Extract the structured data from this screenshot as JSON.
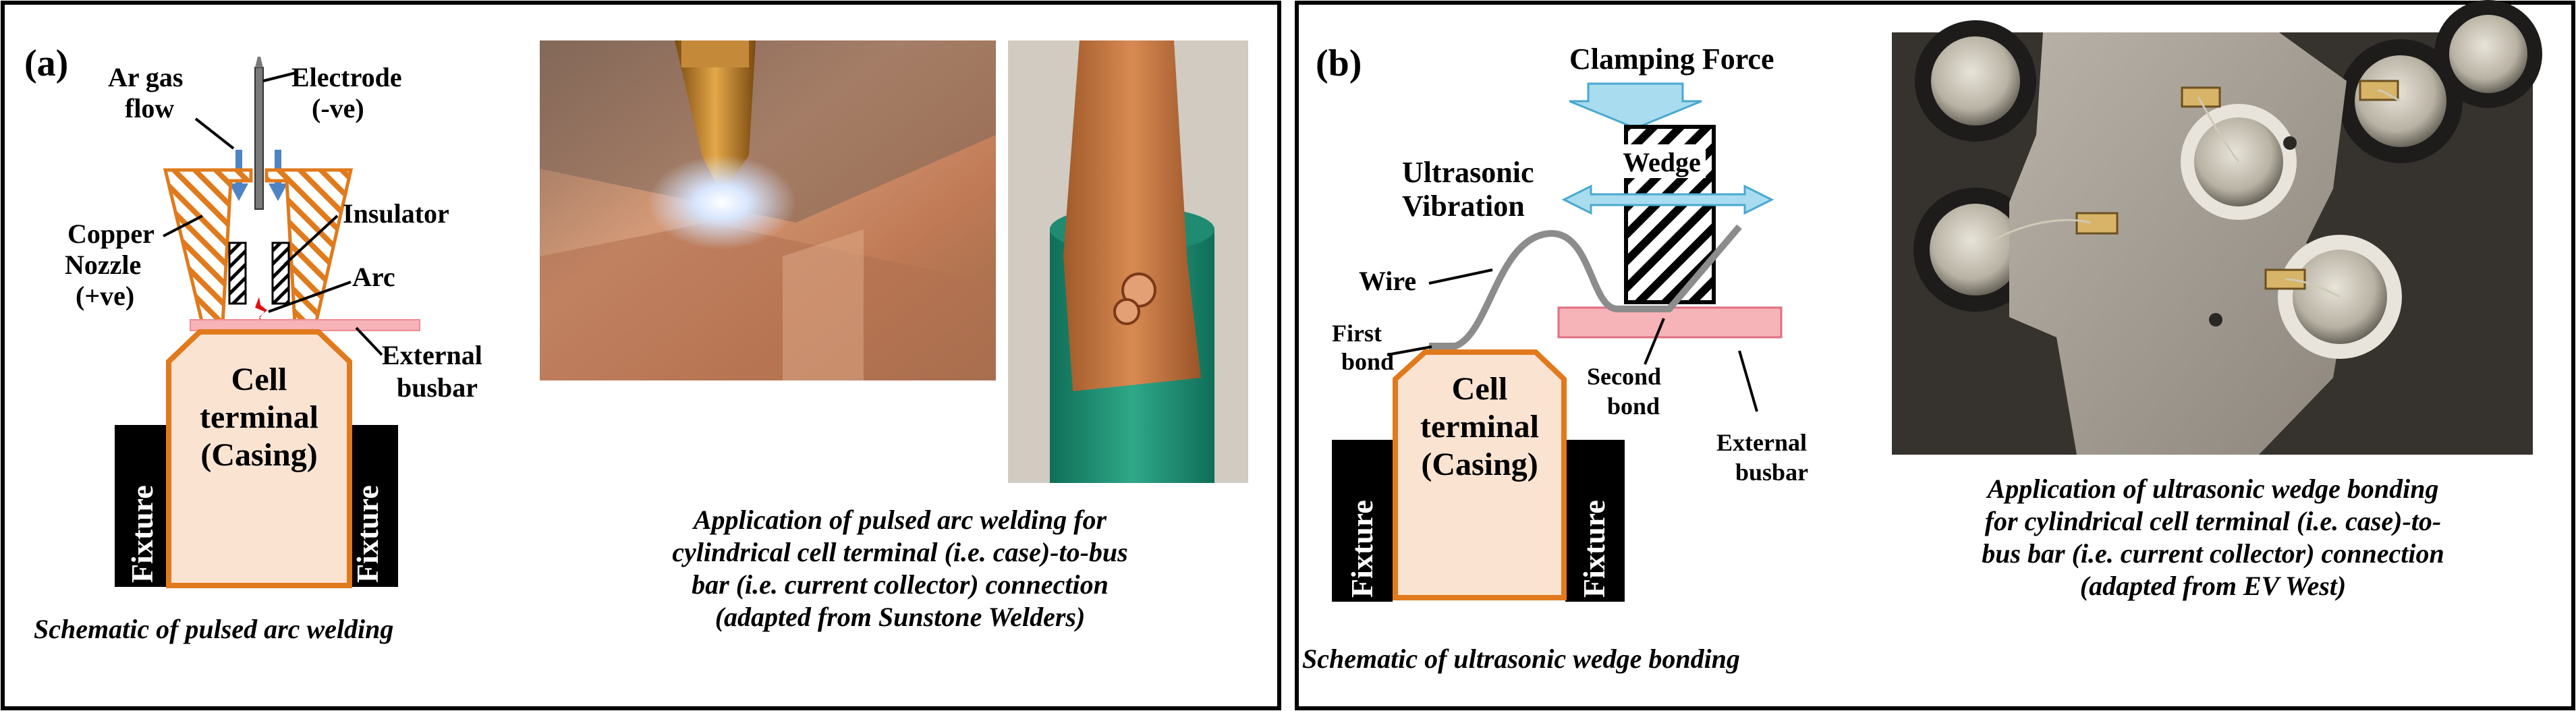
{
  "panel_a": {
    "letter": "(a)",
    "labels": {
      "ar_gas_flow": [
        "Ar gas",
        "flow"
      ],
      "electrode": [
        "Electrode",
        "(-ve)"
      ],
      "copper_nozzle": [
        "Copper",
        "Nozzle",
        "(+ve)"
      ],
      "insulator": "Insulator",
      "arc": "Arc",
      "external_busbar": [
        "External",
        "busbar"
      ],
      "cell_terminal": [
        "Cell",
        "terminal",
        "(Casing)"
      ],
      "fixture": "Fixture"
    },
    "schematic_caption": "Schematic of pulsed arc welding",
    "photo_caption": [
      "Application of pulsed arc welding  for",
      "cylindrical cell terminal (i.e. case)-to-bus",
      "bar (i.e. current collector) connection",
      "(adapted from Sunstone Welders)"
    ]
  },
  "panel_b": {
    "letter": "(b)",
    "labels": {
      "clamping_force": "Clamping Force",
      "wedge": "Wedge",
      "ultrasonic_vibration": [
        "Ultrasonic",
        "Vibration"
      ],
      "wire": "Wire",
      "first_bond": [
        "First",
        "bond"
      ],
      "second_bond": [
        "Second",
        "bond"
      ],
      "external_busbar": [
        "External",
        "busbar"
      ],
      "cell_terminal": [
        "Cell",
        "terminal",
        "(Casing)"
      ],
      "fixture": "Fixture"
    },
    "schematic_caption": "Schematic of ultrasonic wedge bonding",
    "photo_caption": [
      "Application of ultrasonic wedge bonding",
      "for cylindrical cell terminal (i.e. case)-to-",
      "bus bar (i.e. current collector) connection",
      "(adapted from EV West)"
    ]
  },
  "colors": {
    "nozzle_orange": "#e07a1c",
    "cell_fill": "#fbe3d2",
    "busbar_pink": "#f6b3b8",
    "gas_arrow_blue": "#4f84c4",
    "arrow_light_blue": "#a8dcee",
    "arc_red": "#e01010",
    "wire_gray": "#8c8c8c"
  }
}
